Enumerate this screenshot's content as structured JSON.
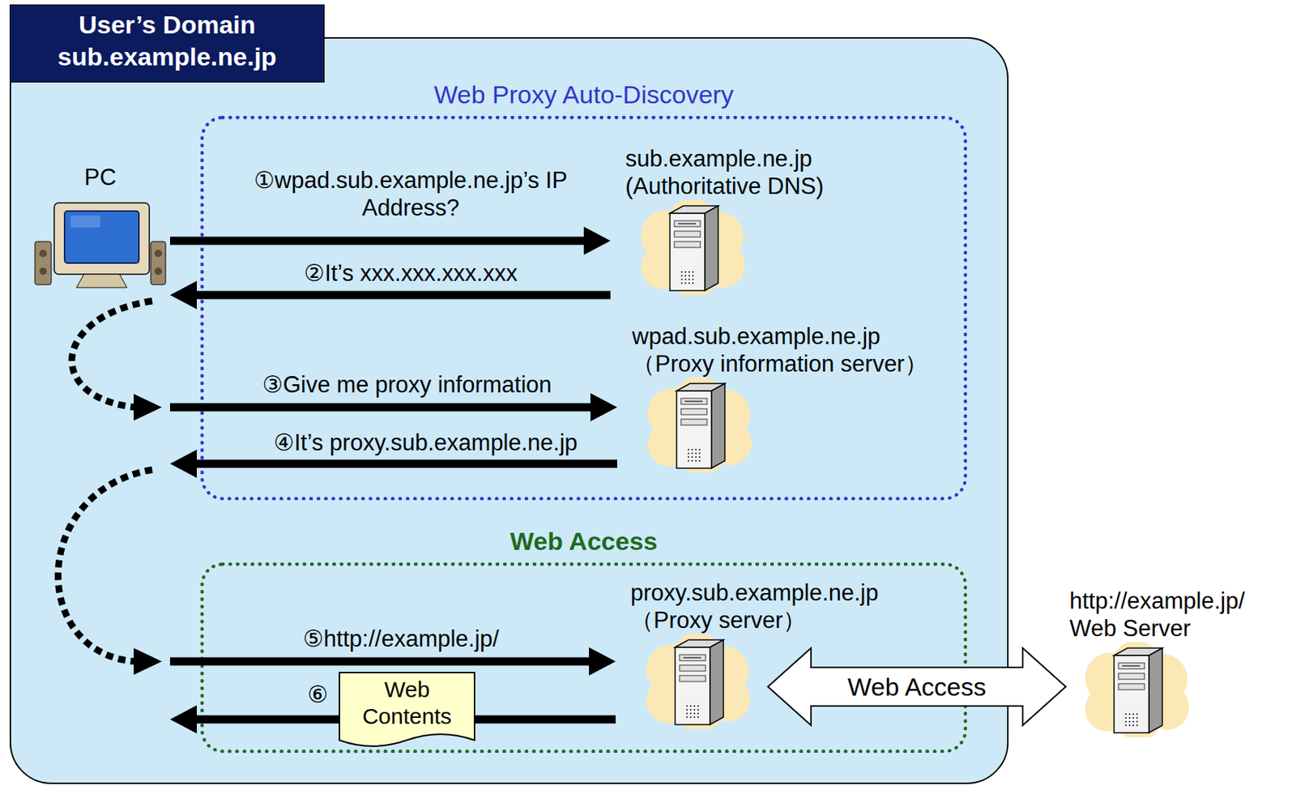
{
  "diagram": {
    "nodes": [
      {
        "text": [
          "User’s Domain sub.example.ne.jp"
        ]
      },
      {
        "text": [
          "PC"
        ],
        "in": 0
      },
      {
        "text": [
          "Web Proxy Auto-Discovery"
        ],
        "in": 0
      },
      {
        "text": [
          "sub.example.ne.jp (Authoritative DNS)"
        ],
        "in": 2
      },
      {
        "text": [
          "wpad.sub.example.ne.jp （Proxy information server）"
        ],
        "in": 2
      },
      {
        "text": [
          "Web Access"
        ],
        "in": 0
      },
      {
        "text": [
          "proxy.sub.example.ne.jp （Proxy server）"
        ],
        "in": 5
      },
      {
        "text": [
          "Web Contents"
        ],
        "in": 5
      },
      {
        "text": [
          "http://example.jp/ Web Server"
        ]
      }
    ],
    "edges": [
      {
        "from": 1,
        "to": 3,
        "arrow": "to",
        "label": "①wpad.sub.example.ne.jp’s IP Address?"
      },
      {
        "from": 3,
        "to": 1,
        "arrow": "to",
        "label": "②It’s xxx.xxx.xxx.xxx"
      },
      {
        "from": 1,
        "to": 4,
        "arrow": "to",
        "label": "③Give me proxy information"
      },
      {
        "from": 4,
        "to": 1,
        "arrow": "to",
        "label": "④It’s proxy.sub.example.ne.jp"
      },
      {
        "from": 1,
        "to": 6,
        "arrow": "to",
        "label": "⑤http://example.jp/"
      },
      {
        "from": 6,
        "to": 1,
        "arrow": "to",
        "label": "⑥"
      },
      {
        "from": 6,
        "to": 8,
        "arrow": "both",
        "label": "Web Access"
      }
    ]
  }
}
